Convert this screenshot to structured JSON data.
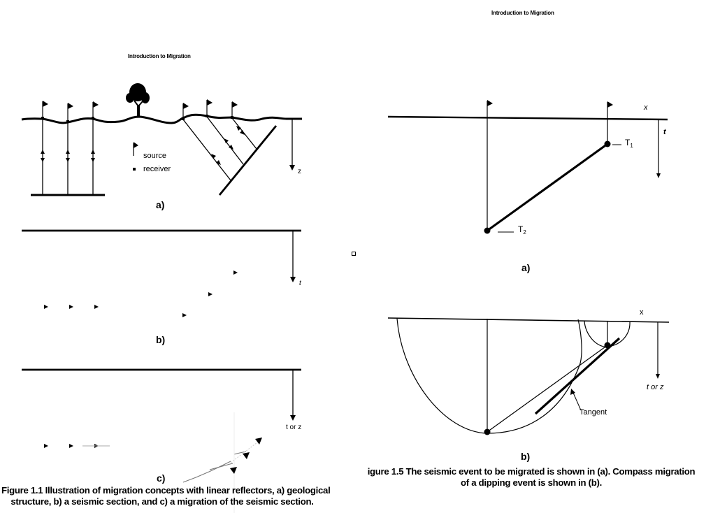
{
  "left_page": {
    "running_head": "Introduction to Migration",
    "panel_a": {
      "label": "a)",
      "legend": [
        {
          "icon": "flag-icon",
          "text": "source"
        },
        {
          "icon": "square-icon",
          "text": "receiver"
        }
      ],
      "axis_label": "z"
    },
    "panel_b": {
      "label": "b)",
      "axis_label": "t"
    },
    "panel_c": {
      "label": "c)",
      "axis_label": "t or z"
    },
    "caption_line1": "Figure 1.1  Illustration of migration concepts with linear reflectors,  a) geological",
    "caption_line2": "structure,  b) a seismic section, and c) a migration of the seismic section."
  },
  "right_page": {
    "running_head": "Introduction to Migration",
    "panel_a": {
      "label": "a)",
      "x_axis_label": "x",
      "t_axis_label": "t",
      "point1_label": "T",
      "point1_sub": "1",
      "point2_label": "T",
      "point2_sub": "2"
    },
    "panel_b": {
      "label": "b)",
      "x_axis_label": "x",
      "axis_label": "t or z",
      "annotation": "Tangent"
    },
    "caption_line1": "igure 1.5 The seismic event to be migrated is shown in (a).  Compass migration",
    "caption_line2": "of a dipping event is shown in (b)."
  },
  "colors": {
    "ink": "#000000",
    "paper": "#ffffff"
  }
}
